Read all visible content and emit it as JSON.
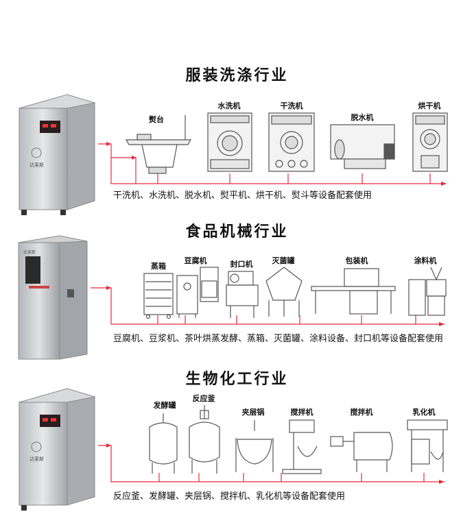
{
  "sections": [
    {
      "title": "服装洗涤行业",
      "boiler_panel": "达莱斯",
      "machines": [
        "熨台",
        "水洗机",
        "干洗机",
        "脱水机",
        "烘干机"
      ],
      "caption": "干洗机、水洗机、脱水机、熨平机、烘干机、熨斗等设备配套使用"
    },
    {
      "title": "食品机械行业",
      "boiler_panel": "达莱斯",
      "machines": [
        "蒸箱",
        "豆腐机",
        "封口机",
        "灭菌罐",
        "包装机",
        "涂料机"
      ],
      "caption": "豆腐机、豆浆机、茶叶烘蒸发酵、蒸箱、灭菌罐、涂料设备、封口机等设备配套使用"
    },
    {
      "title": "生物化工行业",
      "boiler_panel": "达莱斯",
      "machines": [
        "发酵罐",
        "反应釜",
        "夹层锅",
        "搅拌机",
        "搅拌机",
        "乳化机"
      ],
      "caption": "反应釜、发酵罐、夹层锅、搅拌机、乳化机等设备配套使用"
    }
  ],
  "colors": {
    "pipe": "#e8283a",
    "steel": "#c9ccd0",
    "outline": "#555555"
  }
}
